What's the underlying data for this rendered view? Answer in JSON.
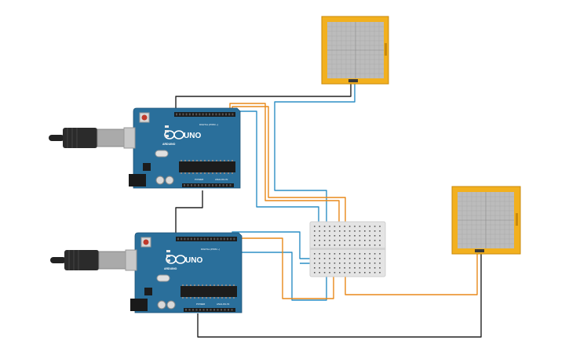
{
  "boards": [
    {
      "uno_label": "UNO",
      "brand_label": "ARDUINO",
      "digital_label": "DIGITAL (PWM ~)",
      "power_label": "POWER",
      "analog_label": "ANALOG IN"
    },
    {
      "uno_label": "UNO",
      "brand_label": "ARDUINO",
      "digital_label": "DIGITAL (PWM ~)",
      "power_label": "POWER",
      "analog_label": "ANALOG IN"
    }
  ],
  "colors": {
    "board": "#2a6f9b",
    "display_frame": "#f2b01e",
    "display_screen": "#bfbfbf",
    "wire_orange": "#e8891a",
    "wire_blue": "#2d8fc5",
    "wire_black": "#222222",
    "breadboard": "#e6e6e6"
  }
}
